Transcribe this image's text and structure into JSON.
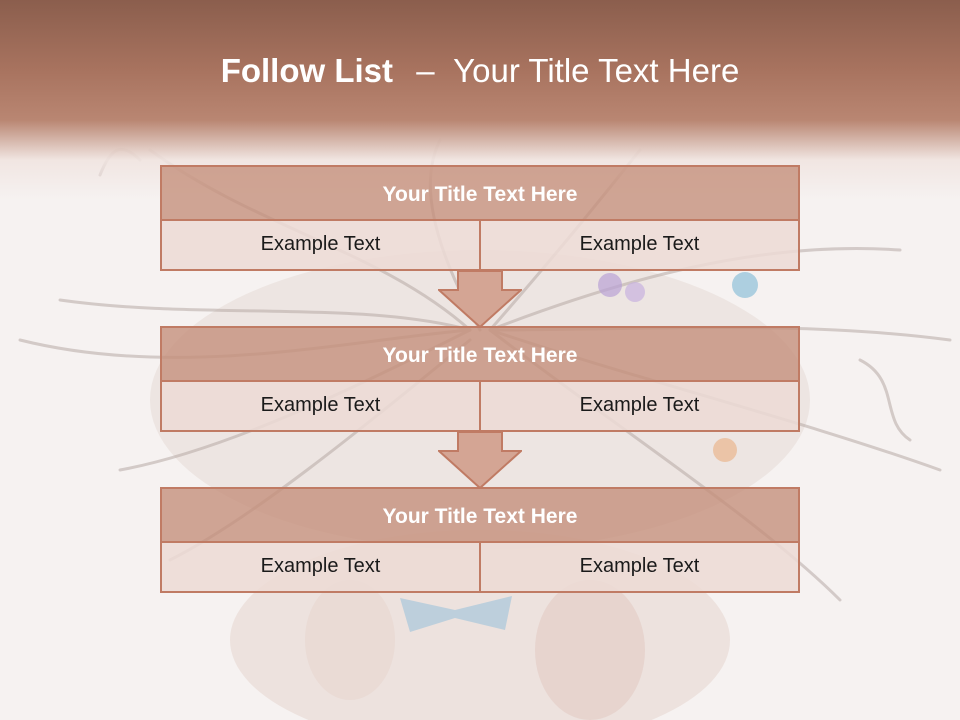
{
  "slide": {
    "title_strong": "Follow List",
    "title_dash": "–",
    "title_rest": "Your Title Text Here"
  },
  "blocks": [
    {
      "title": "Your Title Text Here",
      "cells": [
        "Example Text",
        "Example Text"
      ]
    },
    {
      "title": "Your Title Text Here",
      "cells": [
        "Example Text",
        "Example Text"
      ]
    },
    {
      "title": "Your Title Text Here",
      "cells": [
        "Example Text",
        "Example Text"
      ]
    }
  ],
  "colors": {
    "header": "#a8735f",
    "block_title_fill": "#c48e7a",
    "block_border": "#c07b64",
    "cell_fill": "#ecdbd5",
    "arrow_fill": "#d4a594"
  }
}
